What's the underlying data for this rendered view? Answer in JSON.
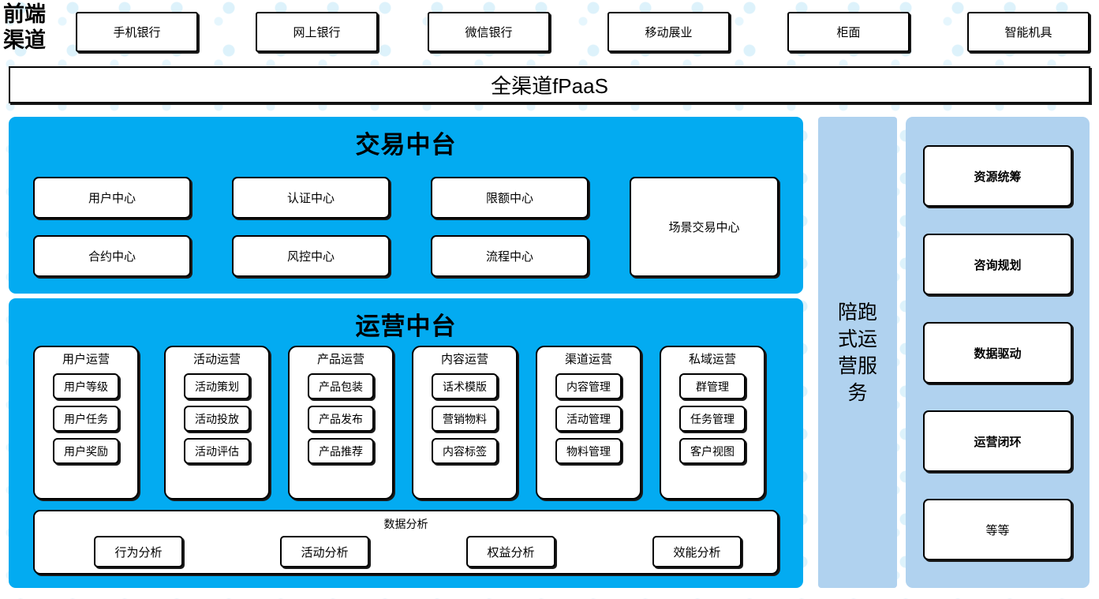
{
  "header": {
    "channel_label": "前端\n渠道",
    "channel_label_line1": "前端",
    "channel_label_line2": "渠道",
    "channels": [
      {
        "label": "手机银行"
      },
      {
        "label": "网上银行"
      },
      {
        "label": "微信银行"
      },
      {
        "label": "移动展业"
      },
      {
        "label": "柜面"
      },
      {
        "label": "智能机具"
      }
    ],
    "platform_bar": "全渠道fPaaS"
  },
  "trade_center": {
    "title": "交易中台",
    "boxes_row1": [
      {
        "label": "用户中心"
      },
      {
        "label": "认证中心"
      },
      {
        "label": "限额中心"
      }
    ],
    "boxes_row2": [
      {
        "label": "合约中心"
      },
      {
        "label": "风控中心"
      },
      {
        "label": "流程中心"
      }
    ],
    "tall_box": {
      "label": "场景交易中心"
    }
  },
  "ops_center": {
    "title": "运营中台",
    "columns": [
      {
        "title": "用户运营",
        "items": [
          "用户等级",
          "用户任务",
          "用户奖励"
        ]
      },
      {
        "title": "活动运营",
        "items": [
          "活动策划",
          "活动投放",
          "活动评估"
        ]
      },
      {
        "title": "产品运营",
        "items": [
          "产品包装",
          "产品发布",
          "产品推荐"
        ]
      },
      {
        "title": "内容运营",
        "items": [
          "话术模版",
          "营销物料",
          "内容标签"
        ]
      },
      {
        "title": "渠道运营",
        "items": [
          "内容管理",
          "活动管理",
          "物料管理"
        ]
      },
      {
        "title": "私域运营",
        "items": [
          "群管理",
          "任务管理",
          "客户视图"
        ]
      }
    ],
    "analysis": {
      "title": "数据分析",
      "items": [
        "行为分析",
        "活动分析",
        "权益分析",
        "效能分析"
      ]
    }
  },
  "service_strip": {
    "label_lines": [
      "陪跑",
      "式运",
      "营服",
      "务"
    ],
    "label": "陪跑式运营服务"
  },
  "value_column": {
    "boxes": [
      {
        "label": "资源统筹",
        "bold": true
      },
      {
        "label": "咨询规划",
        "bold": true
      },
      {
        "label": "数据驱动",
        "bold": true
      },
      {
        "label": "运营闭环",
        "bold": true
      },
      {
        "label": "等等",
        "bold": false
      }
    ]
  },
  "colors": {
    "cyan": "#03ABF1",
    "light_blue": "#B0D2EF",
    "box_border": "#000000",
    "box_fill": "#FFFFFF",
    "watermark_dot": "#DDF2FB"
  }
}
